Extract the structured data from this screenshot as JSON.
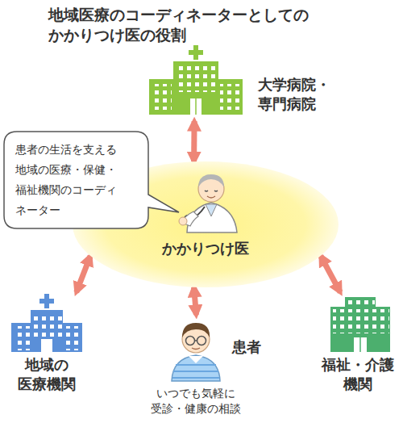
{
  "diagram": {
    "title": "地域医療のコーディネーターとしての かかりつけ医の役割",
    "nodes": [
      {
        "text": [
          "大学病院・ 専門病院"
        ]
      },
      {
        "text": [
          "患者の生活を支える 地域の医療・保健・ 福祉機関のコーディ ネーター"
        ]
      },
      {
        "text": [
          "かかりつけ医"
        ]
      },
      {
        "text": [
          "地域の 医療機関"
        ]
      },
      {
        "text": [
          "患者",
          "いつでも気軽に 受診・健康の相談"
        ]
      },
      {
        "text": [
          "福祉・介護 機関"
        ]
      }
    ],
    "edges": [
      {
        "from": 2,
        "to": 0,
        "arrow": "both"
      },
      {
        "from": 2,
        "to": 3,
        "arrow": "both"
      },
      {
        "from": 2,
        "to": 4,
        "arrow": "both"
      },
      {
        "from": 2,
        "to": 5,
        "arrow": "both"
      }
    ]
  }
}
